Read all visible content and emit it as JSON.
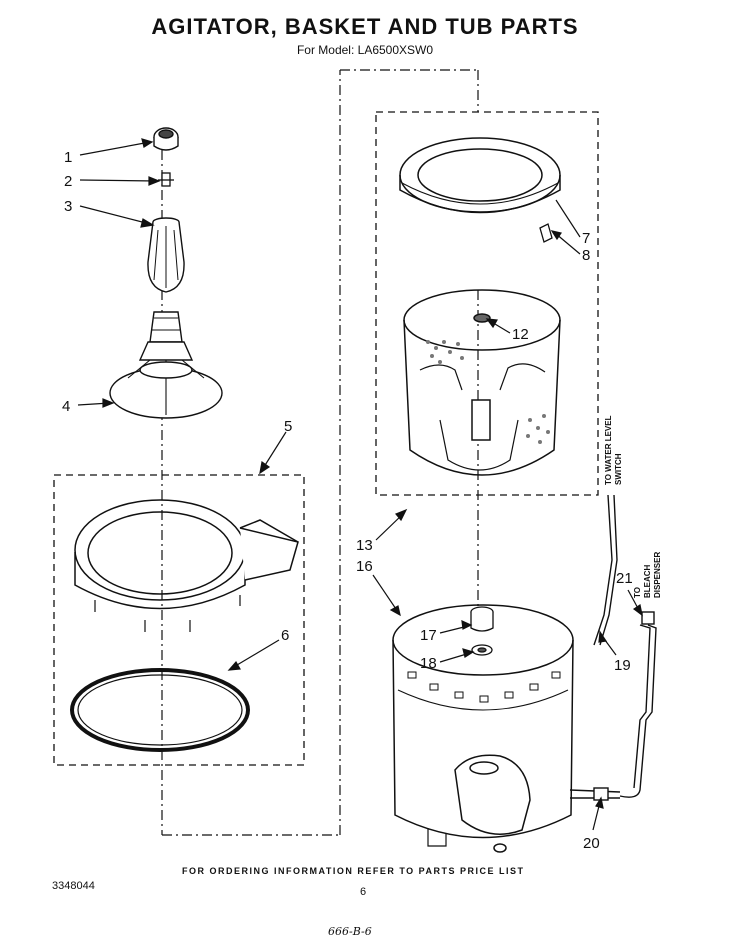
{
  "header": {
    "title": "AGITATOR, BASKET AND TUB PARTS",
    "model": "For Model: LA6500XSW0"
  },
  "callouts": [
    "1",
    "2",
    "3",
    "4",
    "5",
    "6",
    "7",
    "8",
    "12",
    "13",
    "16",
    "17",
    "18",
    "19",
    "20",
    "21"
  ],
  "side_labels": {
    "water_level_1": "TO WATER LEVEL",
    "water_level_2": "SWITCH",
    "bleach_1": "TO",
    "bleach_2": "BLEACH",
    "bleach_3": "DISPENSER"
  },
  "footer": {
    "ordering": "FOR ORDERING INFORMATION REFER TO PARTS PRICE LIST",
    "part_number": "3348044",
    "page": "6",
    "handwritten": "666-B-6"
  }
}
